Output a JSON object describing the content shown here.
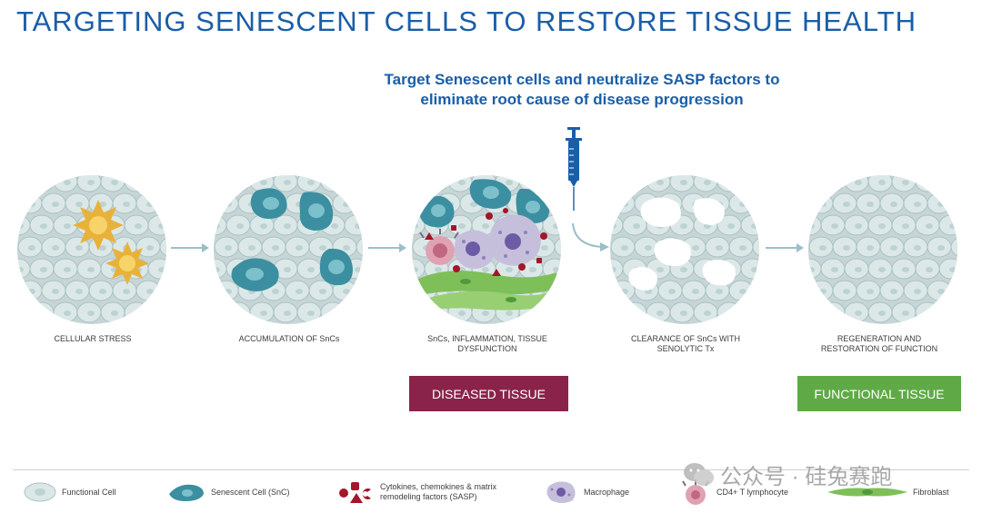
{
  "title": "TARGETING SENESCENT CELLS TO RESTORE TISSUE HEALTH",
  "subtitle": {
    "line1": "Target Senescent cells and neutralize SASP factors to",
    "line2": "eliminate root cause of disease progression"
  },
  "stages": [
    {
      "line1": "CELLULAR STRESS",
      "line2": ""
    },
    {
      "line1": "ACCUMULATION OF SnCs",
      "line2": ""
    },
    {
      "line1": "SnCs, INFLAMMATION, TISSUE",
      "line2": "DYSFUNCTION"
    },
    {
      "line1": "CLEARANCE OF SnCs WITH",
      "line2": "SENOLYTIC Tx"
    },
    {
      "line1": "REGENERATION AND",
      "line2": "RESTORATION OF FUNCTION"
    }
  ],
  "labels": {
    "diseased": "DISEASED TISSUE",
    "functional": "FUNCTIONAL TISSUE"
  },
  "legend": [
    {
      "line1": "Functional Cell",
      "line2": "",
      "icon": "functional-cell-icon"
    },
    {
      "line1": "Senescent Cell (SnC)",
      "line2": "",
      "icon": "senescent-cell-icon"
    },
    {
      "line1": "Cytokines, chemokines & matrix",
      "line2": "remodeling factors (SASP)",
      "icon": "sasp-factors-icon"
    },
    {
      "line1": "Macrophage",
      "line2": "",
      "icon": "macrophage-icon"
    },
    {
      "line1": "CD4+ T lymphocyte",
      "line2": "",
      "icon": "t-lymphocyte-icon"
    },
    {
      "line1": "Fibroblast",
      "line2": "",
      "icon": "fibroblast-icon"
    }
  ],
  "watermark": "公众号 · 硅兔赛跑",
  "colors": {
    "title_blue": "#1a5ea8",
    "diseased": "#8a2349",
    "functional": "#5faa46",
    "functional_cell": "#dce8e8",
    "senescent_cell": "#3b8fa0",
    "stress": "#e8b23a",
    "sasp": "#a3162b",
    "macrophage": "#c6bfdc",
    "lymphocyte": "#e0a2b2",
    "fibroblast": "#7fbf5a"
  }
}
